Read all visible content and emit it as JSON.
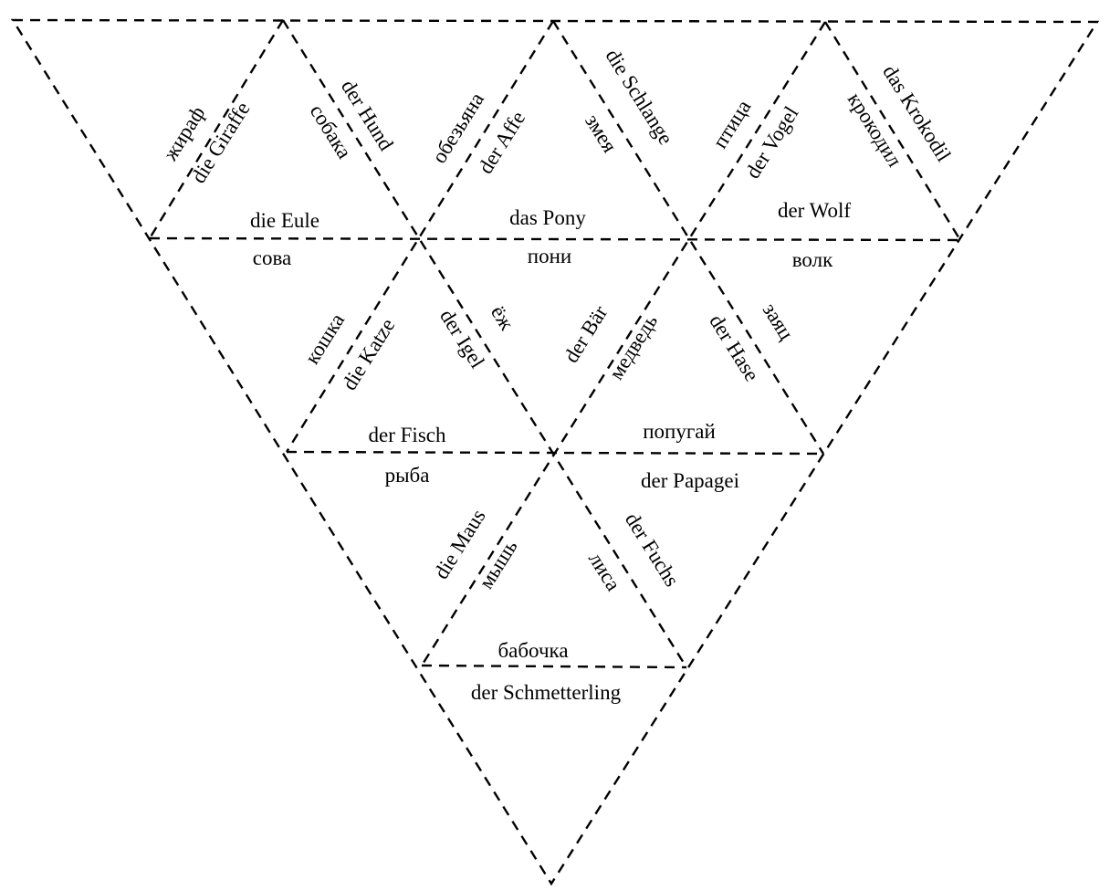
{
  "puzzle": {
    "line_color": "#000000",
    "background_color": "#ffffff",
    "labels": [
      "жираф",
      "die Giraffe",
      "собака",
      "der Hund",
      "обезьяна",
      "der Affe",
      "змея",
      "die Schlange",
      "птица",
      "der Vogel",
      "крокодил",
      "das Krokodil",
      "die Eule",
      "das Pony",
      "der Wolf",
      "сова",
      "пони",
      "волк",
      "кошка",
      "die Katze",
      "der Igel",
      "ёж",
      "der Bär",
      "медведь",
      "der Hase",
      "заяц",
      "der Fisch",
      "попугай",
      "рыба",
      "der Papagei",
      "die Maus",
      "мышь",
      "der Fuchs",
      "лиса",
      "бабочка",
      "der Schmetterling"
    ]
  }
}
